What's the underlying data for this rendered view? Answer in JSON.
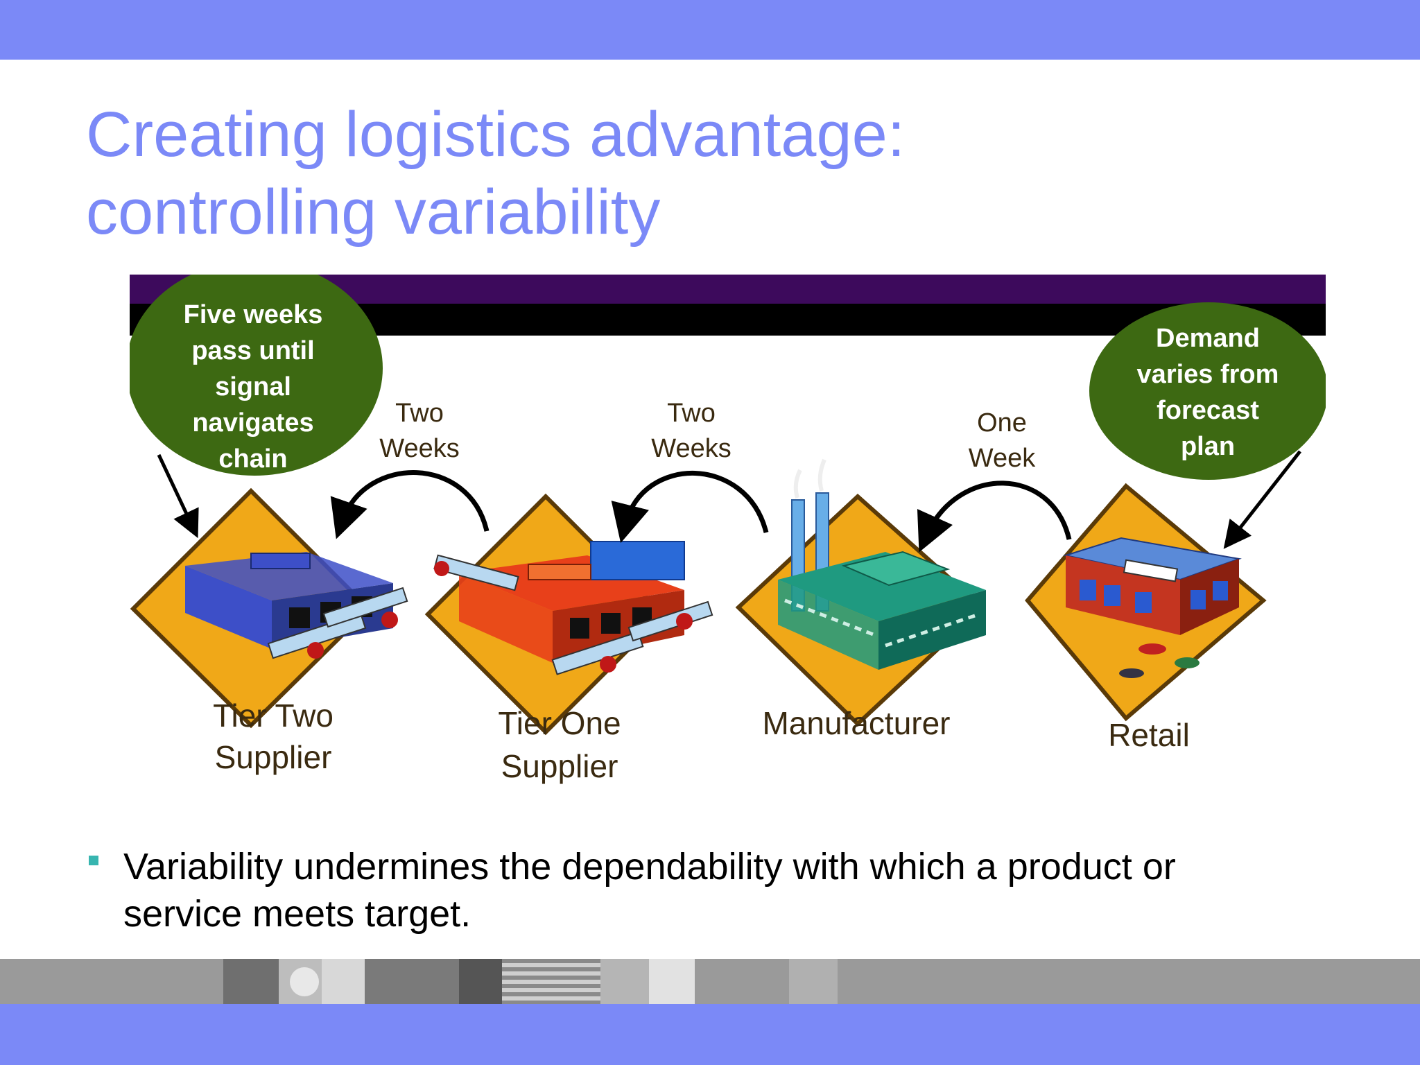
{
  "slide": {
    "title_line1": "Creating logistics advantage:",
    "title_line2": "controlling variability",
    "bullet": "Variability undermines the dependability with which a product or service meets target."
  },
  "diagram": {
    "left_callout": [
      "Five weeks",
      "pass until",
      "signal",
      "navigates",
      "chain"
    ],
    "right_callout": [
      "Demand",
      "varies from",
      "forecast",
      "plan"
    ],
    "arrow_labels": [
      {
        "line1": "Two",
        "line2": "Weeks"
      },
      {
        "line1": "Two",
        "line2": "Weeks"
      },
      {
        "line1": "One",
        "line2": "Week"
      }
    ],
    "nodes": [
      {
        "line1": "Tier Two",
        "line2": "Supplier",
        "icon": "warehouse-icon"
      },
      {
        "line1": "Tier One",
        "line2": "Supplier",
        "icon": "warehouse-icon"
      },
      {
        "line1": "Manufacturer",
        "line2": "",
        "icon": "factory-icon"
      },
      {
        "line1": "Retail",
        "line2": "",
        "icon": "store-icon"
      }
    ]
  },
  "colors": {
    "band": "#7b89f7",
    "title": "#7b89f7",
    "bullet_marker": "#37b5b0",
    "callout": "#3d6912",
    "diamond": "#f0a818",
    "header_bar": "#3d0a5c",
    "node_label": "#3a2a10",
    "tier_two_building": "#3d4fc8",
    "tier_one_building": "#e8401a",
    "manufacturer_building": "#1f9a80",
    "retail_building": "#c43520"
  }
}
